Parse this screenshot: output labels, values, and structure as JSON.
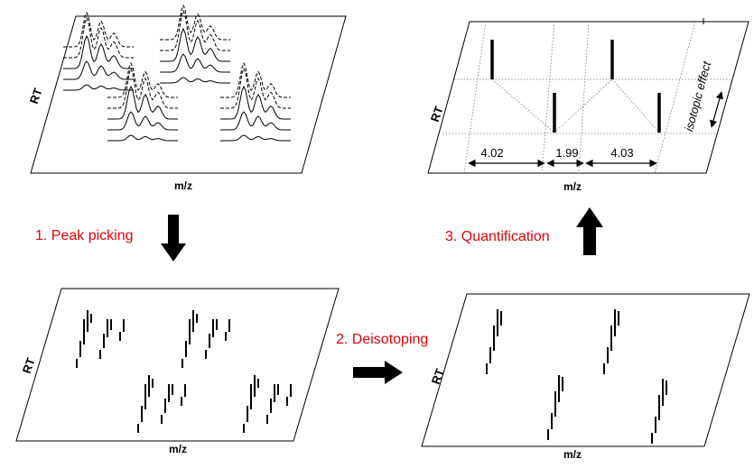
{
  "panels": {
    "raw": {
      "x_label": "m/z",
      "y_label": "RT"
    },
    "peaks": {
      "x_label": "m/z",
      "y_label": "RT"
    },
    "deisotoped": {
      "x_label": "m/z",
      "y_label": "RT"
    },
    "quantified": {
      "x_label": "m/z",
      "y_label": "RT"
    }
  },
  "steps": {
    "peak_picking": "1. Peak picking",
    "deisotoping": "2. Deisotoping",
    "quantification": "3. Quantification"
  },
  "quantification": {
    "distances": [
      "4.02",
      "1.99",
      "4.03"
    ],
    "isotopic_label": "isotopic effect"
  },
  "colors": {
    "step_text": "#e8000b",
    "lines": "#000000"
  }
}
